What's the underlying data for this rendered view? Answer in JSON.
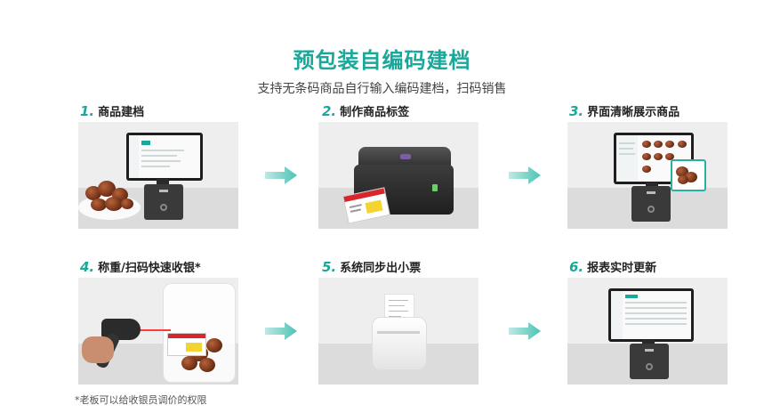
{
  "title": "预包装自编码建档",
  "subtitle": "支持无条码商品自行输入编码建档，扫码销售",
  "accent_color": "#1aa89a",
  "steps": [
    {
      "num": "1.",
      "label": "商品建档",
      "image": "pos-terminal-with-food"
    },
    {
      "num": "2.",
      "label": "制作商品标签",
      "image": "label-printer"
    },
    {
      "num": "3.",
      "label": "界面清晰展示商品",
      "image": "pos-terminal-product-grid"
    },
    {
      "num": "4.",
      "label": "称重/扫码快速收银*",
      "image": "barcode-scanner-bag"
    },
    {
      "num": "5.",
      "label": "系统同步出小票",
      "image": "receipt-printer"
    },
    {
      "num": "6.",
      "label": "报表实时更新",
      "image": "pos-terminal-report"
    }
  ],
  "footnote": "*老板可以给收银员调价的权限"
}
